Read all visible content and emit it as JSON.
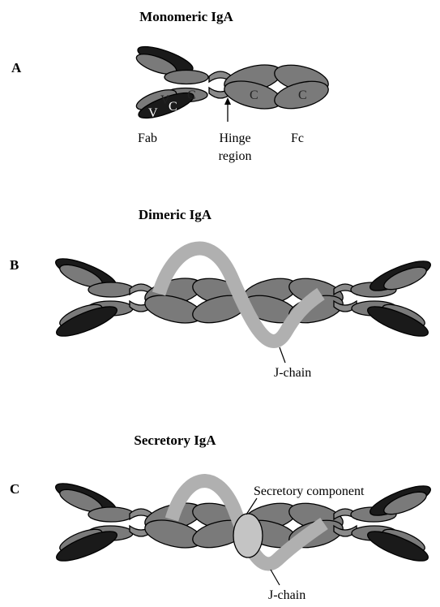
{
  "panels": [
    {
      "letter": "A",
      "title": "Monomeric IgA",
      "labels": {
        "fab": "Fab",
        "hinge_line1": "Hinge",
        "hinge_line2": "region",
        "fc": "Fc"
      },
      "domain_labels": {
        "variable": "V",
        "constant": "C"
      }
    },
    {
      "letter": "B",
      "title": "Dimeric IgA",
      "labels": {
        "jchain": "J-chain"
      }
    },
    {
      "letter": "C",
      "title": "Secretory IgA",
      "labels": {
        "secretory_component": "Secretory component",
        "jchain": "J-chain"
      }
    }
  ],
  "colors": {
    "heavy_chain": "#7a7a7a",
    "light_chain": "#1a1a1a",
    "j_chain": "#b0b0b0",
    "secretory_component": "#c4c4c4",
    "outline": "#000000"
  }
}
